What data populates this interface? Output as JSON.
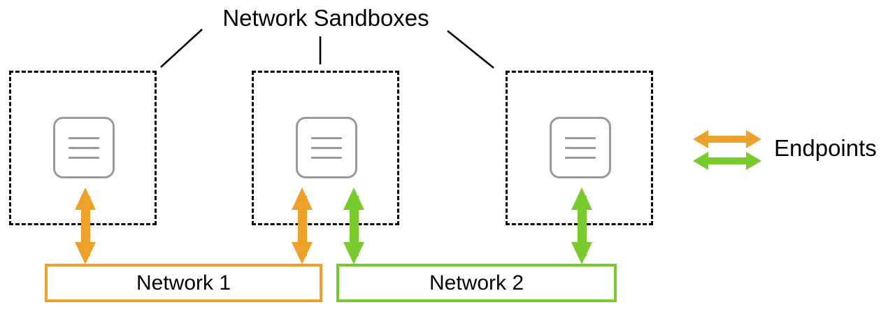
{
  "diagram": {
    "title": "Network Sandboxes",
    "accent_orange": "#eda02a",
    "accent_green": "#79cb2d",
    "sandbox_border_color": "#000000",
    "container_icon_color": "#999999"
  },
  "sandboxes": [
    {
      "name": "sandbox-1",
      "icon": "container-icon",
      "label": ""
    },
    {
      "name": "sandbox-2",
      "icon": "container-icon",
      "label": ""
    },
    {
      "name": "sandbox-3",
      "icon": "container-icon",
      "label": ""
    }
  ],
  "networks": [
    {
      "label": "Network 1",
      "color": "#eda02a"
    },
    {
      "label": "Network 2",
      "color": "#79cb2d"
    }
  ],
  "endpoints": [
    {
      "from": "sandbox-1",
      "to": "Network 1",
      "color": "#eda02a"
    },
    {
      "from": "sandbox-2",
      "to": "Network 1",
      "color": "#eda02a"
    },
    {
      "from": "sandbox-2",
      "to": "Network 2",
      "color": "#79cb2d"
    },
    {
      "from": "sandbox-3",
      "to": "Network 2",
      "color": "#79cb2d"
    }
  ],
  "legend": {
    "label": "Endpoints",
    "items": [
      {
        "icon": "double-arrow-icon",
        "color": "#eda02a"
      },
      {
        "icon": "double-arrow-icon",
        "color": "#79cb2d"
      }
    ]
  }
}
